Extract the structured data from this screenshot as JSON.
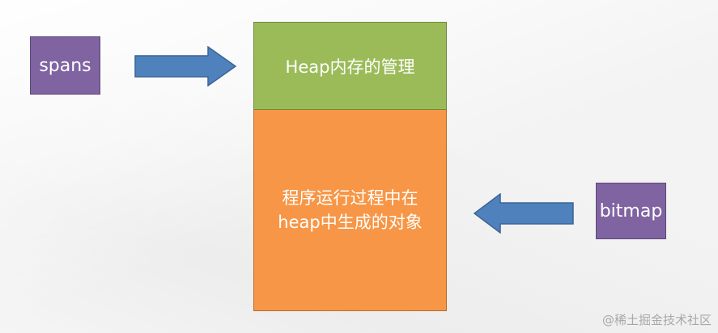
{
  "nodes": {
    "spans": "spans",
    "bitmap": "bitmap",
    "heap_management": "Heap内存的管理",
    "heap_objects_line1": "程序运行过程中在",
    "heap_objects_line2": "heap中生成的对象"
  },
  "colors": {
    "purple": "#8064a2",
    "green": "#9bbb59",
    "orange": "#f79646",
    "arrow_blue": "#4f81bd"
  },
  "watermark": "@稀土掘金技术社区"
}
